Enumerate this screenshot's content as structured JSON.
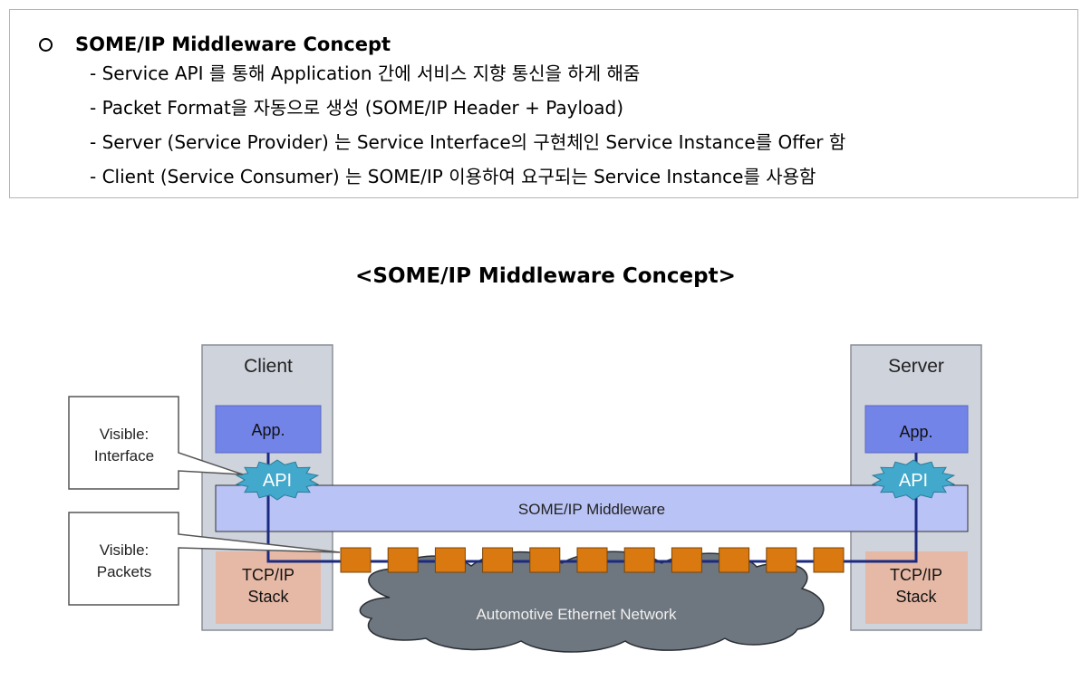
{
  "heading": "SOME/IP Middleware Concept",
  "items": [
    "- Service API 를 통해 Application 간에  서비스 지향 통신을 하게 해줌",
    "- Packet Format을 자동으로 생성 (SOME/IP Header + Payload)",
    "- Server (Service Provider) 는 Service Interface의 구현체인 Service Instance를 Offer 함",
    "- Client (Service Consumer) 는 SOME/IP 이용하여 요구되는 Service Instance를 사용함"
  ],
  "caption": "<SOME/IP Middleware Concept>",
  "diagram": {
    "client_label": "Client",
    "server_label": "Server",
    "client_app": "App.",
    "server_app": "App.",
    "client_api": "API",
    "server_api": "API",
    "middleware": "SOME/IP Middleware",
    "client_stack_line1": "TCP/IP",
    "client_stack_line2": "Stack",
    "server_stack_line1": "TCP/IP",
    "server_stack_line2": "Stack",
    "network": "Automotive Ethernet Network",
    "callout_interface_line1": "Visible:",
    "callout_interface_line2": "Interface",
    "callout_packets_line1": "Visible:",
    "callout_packets_line2": "Packets",
    "packet_count": 11,
    "colors": {
      "node_bg": "#cfd3dc",
      "app": "#7384e8",
      "api": "#42a9cc",
      "middleware": "#b9c3f5",
      "stack": "#e6b9a6",
      "packet": "#d9790f",
      "wire": "#1b2a80",
      "cloud": "#6e767f"
    }
  }
}
